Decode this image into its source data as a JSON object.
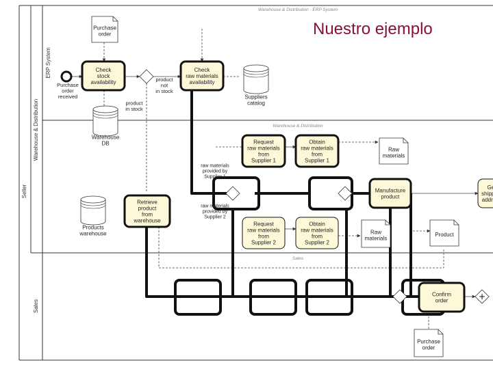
{
  "title": "Nuestro ejemplo",
  "pools": {
    "seller": "Seller",
    "sales": "Sales"
  },
  "lanes": {
    "erp": "ERP System",
    "warehouse": "Warehouse & Distribution"
  },
  "lane_headers": {
    "top": "Warehouse & Distribution - ERP System",
    "warehouse": "Warehouse & Distribution",
    "sales": "Sales"
  },
  "tasks": {
    "check_stock": [
      "Check",
      "stock",
      "availability"
    ],
    "check_raw": [
      "Check",
      "raw materials",
      "availability"
    ],
    "request_s1": [
      "Request",
      "raw materials",
      "from",
      "Supplier 1"
    ],
    "obtain_s1": [
      "Obtain",
      "raw materials",
      "from",
      "Supplier 1"
    ],
    "retrieve": [
      "Retrieve",
      "product",
      "from",
      "warehouse"
    ],
    "request_s2": [
      "Request",
      "raw materials",
      "from",
      "Supplier 2"
    ],
    "obtain_s2": [
      "Obtain",
      "raw materials",
      "from",
      "Supplier 2"
    ],
    "manufacture": [
      "Manufacture",
      "product"
    ],
    "get_shipping": [
      "Get",
      "shipping",
      "address"
    ],
    "confirm": [
      "Confirm",
      "order"
    ]
  },
  "documents": {
    "purchase_order_top": [
      "Purchase",
      "order"
    ],
    "raw_materials_1": [
      "Raw",
      "materials"
    ],
    "raw_materials_2": [
      "Raw",
      "materials"
    ],
    "product": [
      "Product"
    ],
    "purchase_order_bottom": [
      "Purchase",
      "order"
    ]
  },
  "stores": {
    "suppliers_catalog": [
      "Suppliers",
      "catalog"
    ],
    "warehouse_db": [
      "Warehouse",
      "DB"
    ],
    "products_warehouse": [
      "Products",
      "warehouse"
    ]
  },
  "labels": {
    "start_event": [
      "Purchase",
      "order",
      "received"
    ],
    "not_in_stock": [
      "product",
      "not",
      "in stock"
    ],
    "in_stock": [
      "product",
      "in stock"
    ],
    "by_supplier1": [
      "raw materials",
      "provided by",
      "Supplier 1"
    ],
    "by_supplier2": [
      "raw materials",
      "provided by",
      "Supplier 2"
    ]
  }
}
